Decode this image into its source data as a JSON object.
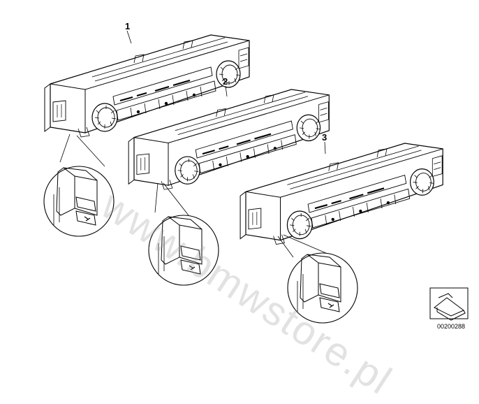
{
  "callouts": [
    "1",
    "2",
    "3"
  ],
  "watermark": "www.bmwstore.pl",
  "diagram_number": "00200288",
  "icons": {
    "corner_symbol": "arrow-slab-icon",
    "detail_view": "magnifier-circle-detail"
  },
  "colors": {
    "line": "#000000",
    "background": "#ffffff",
    "watermark": "#969696"
  }
}
